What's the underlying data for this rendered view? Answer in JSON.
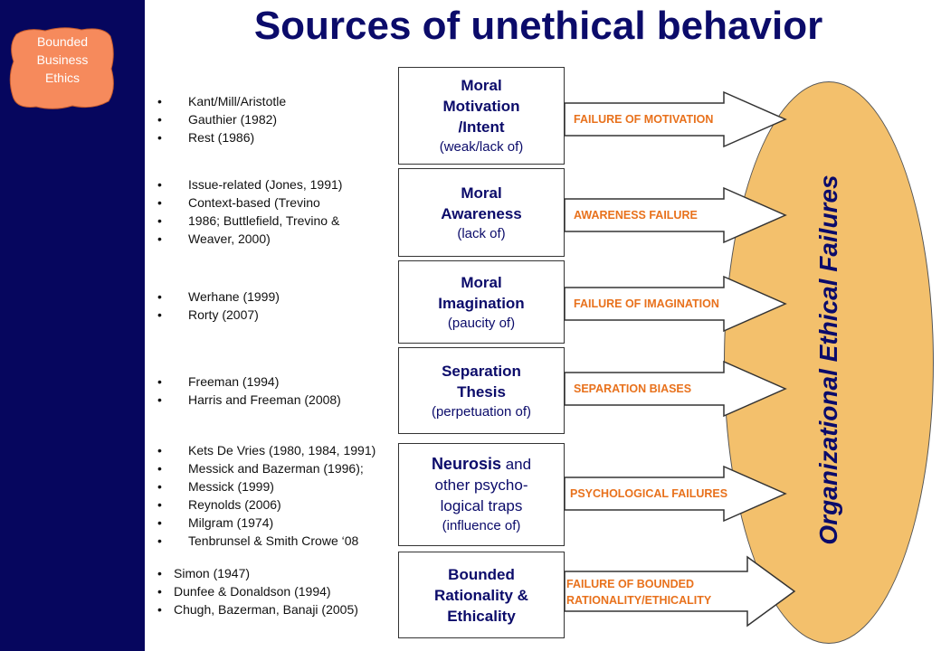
{
  "title": "Sources of unethical behavior",
  "badge": {
    "line1": "Bounded",
    "line2": "Business",
    "line3": "Ethics"
  },
  "references": [
    [
      "Kant/Mill/Aristotle",
      "Gauthier (1982)",
      "Rest (1986)"
    ],
    [
      "Issue-related (Jones, 1991)",
      "Context-based (Trevino",
      "1986; Buttlefield, Trevino &",
      "Weaver, 2000)"
    ],
    [
      "Werhane (1999)",
      "Rorty (2007)"
    ],
    [
      "Freeman (1994)",
      "Harris and Freeman (2008)"
    ],
    [
      "Kets De Vries (1980, 1984, 1991)",
      "Messick and Bazerman (1996);",
      "Messick (1999)",
      "Reynolds (2006)",
      "Milgram (1974)",
      "Tenbrunsel & Smith Crowe ‘08"
    ],
    [
      "Simon (1947)",
      "Dunfee & Donaldson (1994)",
      "Chugh, Bazerman, Banaji (2005)"
    ]
  ],
  "boxes": [
    {
      "l1": "Moral",
      "l2": "Motivation",
      "l3": "/Intent",
      "sub": "(weak/lack of)"
    },
    {
      "l1": "Moral",
      "l2": "Awareness",
      "sub": "(lack of)"
    },
    {
      "l1": "Moral",
      "l2": "Imagination",
      "sub": "(paucity of)"
    },
    {
      "l1": "Separation",
      "l2": "Thesis",
      "sub": "(perpetuation of)"
    },
    {
      "l1a": "Neurosis",
      "l1b": " and",
      "l2": "other psycho-",
      "l3": "logical traps",
      "sub": "(influence of)"
    },
    {
      "l1": "Bounded",
      "l2": "Rationality &",
      "l3": "Ethicality"
    }
  ],
  "arrows": [
    {
      "label": "FAILURE OF MOTIVATION"
    },
    {
      "label": "AWARENESS FAILURE"
    },
    {
      "label": "FAILURE OF IMAGINATION"
    },
    {
      "label": "SEPARATION BIASES"
    },
    {
      "label": "PSYCHOLOGICAL FAILURES"
    },
    {
      "label1": "FAILURE OF BOUNDED",
      "label2": "RATIONALITY/ETHICALITY"
    }
  ],
  "ellipse_label": "Organizational Ethical Failures",
  "colors": {
    "sidebar": "#06065e",
    "badge": "#f68a5c",
    "ellipse": "#f3c06c",
    "title": "#0b0b6a",
    "arrow_label": "#e8711c"
  }
}
